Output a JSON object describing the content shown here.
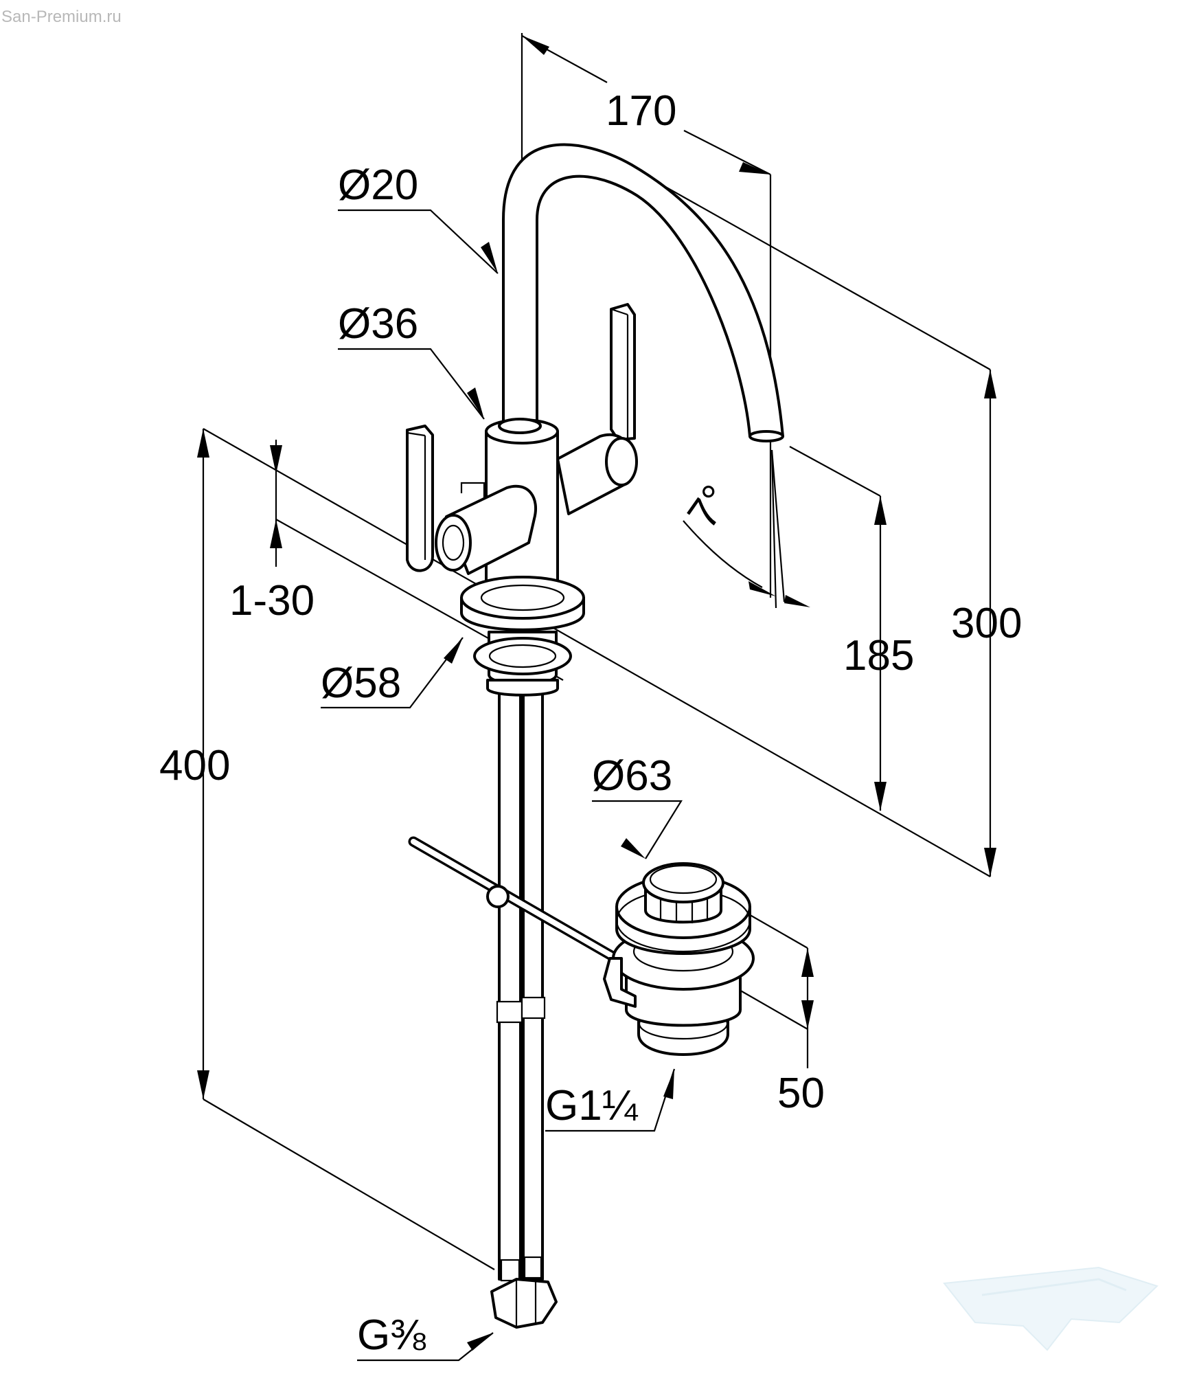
{
  "watermark": {
    "site": "San-Premium.ru",
    "logo": "san-premium-bathtub-logo"
  },
  "dimensions": {
    "spout_reach": "170",
    "spout_tube_diameter": "Ø20",
    "body_diameter": "Ø36",
    "deck_thickness": "1-30",
    "base_diameter": "Ø58",
    "total_height": "400",
    "spout_outlet_height": "185",
    "spout_height": "300",
    "spout_angle": "7°",
    "waste_head_diameter": "Ø63",
    "waste_height": "50",
    "waste_thread": "G1¼",
    "connection_thread": "G⅜"
  },
  "colors": {
    "line": "#000000",
    "background": "#ffffff",
    "watermark": "#b8b8b8"
  }
}
